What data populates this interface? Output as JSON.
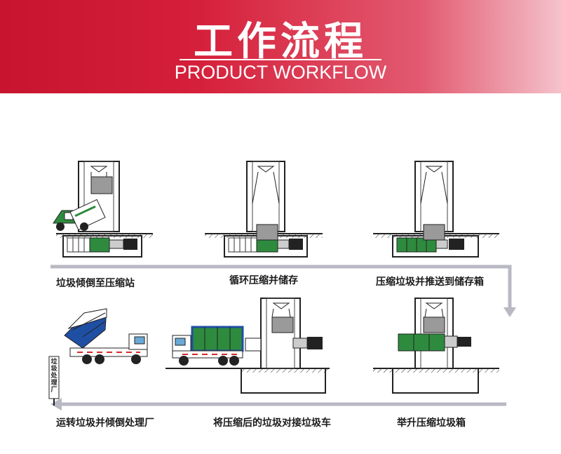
{
  "header": {
    "title": "工作流程",
    "subtitle": "PRODUCT WORKFLOW"
  },
  "steps": [
    {
      "label": "垃圾倾倒至压缩站"
    },
    {
      "label": "循环压缩并储存"
    },
    {
      "label": "压缩垃圾并推送到储存箱"
    },
    {
      "label": "运转垃圾并倾倒处理厂"
    },
    {
      "label": "将压缩后的垃圾对接垃圾车"
    },
    {
      "label": "举升压缩垃圾箱"
    }
  ],
  "sign_text": "垃圾处理厂",
  "colors": {
    "banner_red": "#c7142f",
    "compacted_green": "#2e8b3e",
    "container_blue": "#1f4fa3",
    "flow_arrow": "#b9b9c4"
  }
}
